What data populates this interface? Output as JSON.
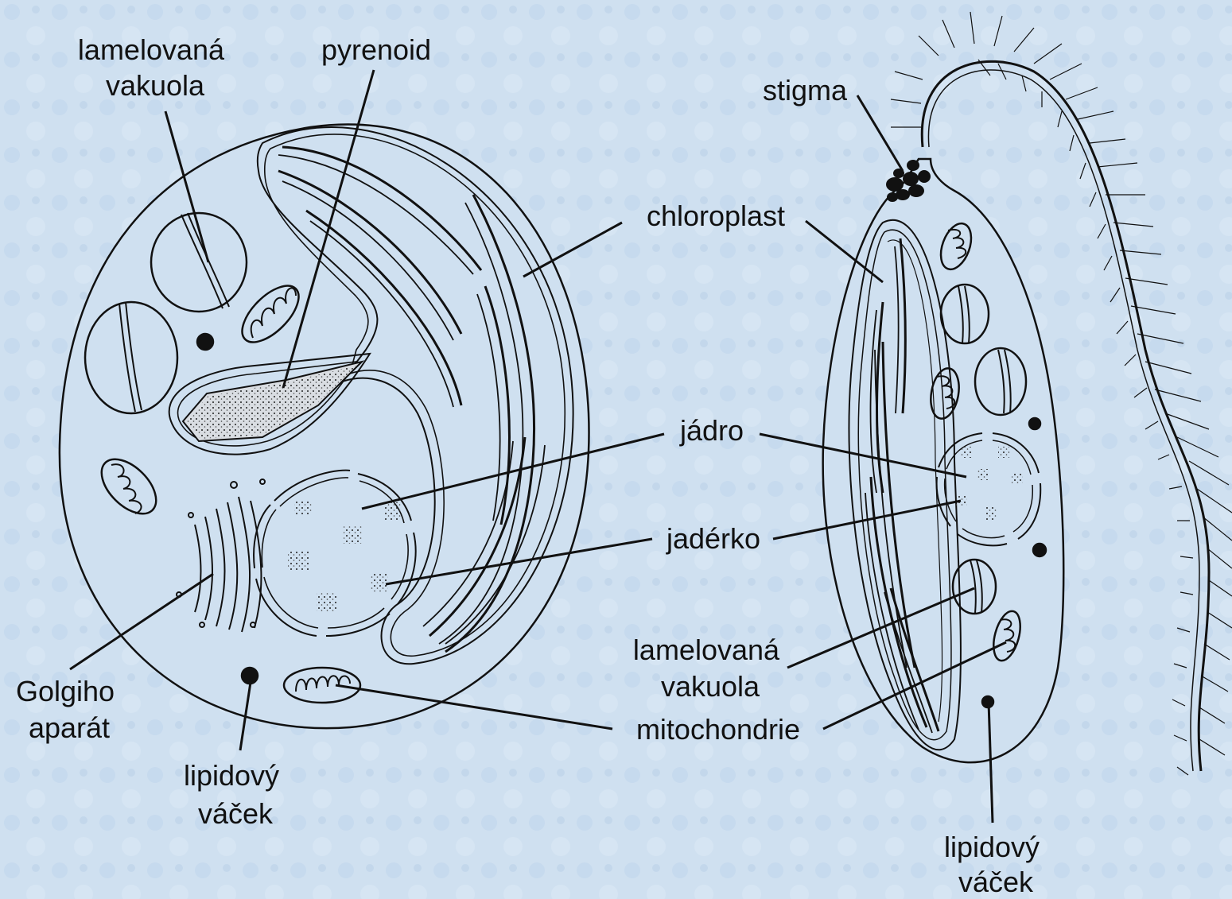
{
  "labels": {
    "lamelovana_vakuola_left": [
      "lamelovaná",
      "vakuola"
    ],
    "pyrenoid": "pyrenoid",
    "stigma": "stigma",
    "chloroplast": "chloroplast",
    "jadro": "jádro",
    "jaderko": "jadérko",
    "golgiho_aparat": [
      "Golgiho",
      "aparát"
    ],
    "lipidovy_vacek_left": [
      "lipidový",
      "váček"
    ],
    "lamelovana_vakuola_right": [
      "lamelovaná",
      "vakuola"
    ],
    "mitochondrie": "mitochondrie",
    "lipidovy_vacek_right": [
      "lipidový",
      "váček"
    ]
  },
  "colors": {
    "background": "#cfe0f0",
    "background_pattern": "#c2d6ea",
    "cell_fill": "#cfe0f0",
    "line": "#111111",
    "pyrenoid_fill": "#d9dde2"
  }
}
